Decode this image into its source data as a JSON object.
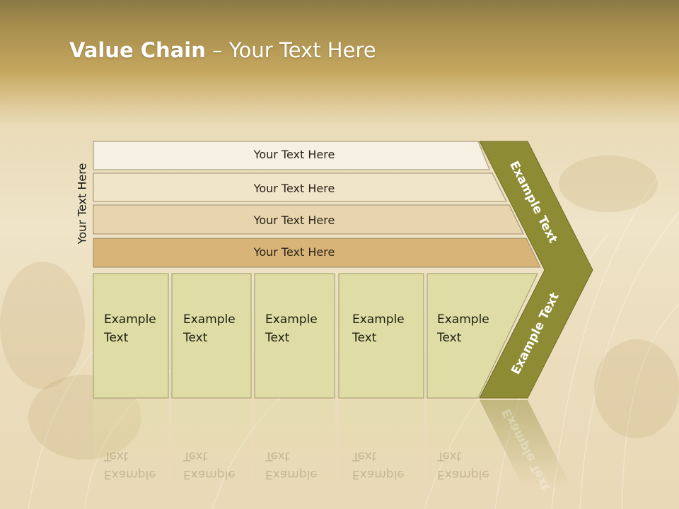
{
  "slide": {
    "title_bold": "Value Chain",
    "title_rest": " – Your Text Here",
    "side_label": "Your Text Here"
  },
  "rows": [
    {
      "label": "Your Text Here",
      "color": "#f6f0e2"
    },
    {
      "label": "Your Text Here",
      "color": "#f0e4c9"
    },
    {
      "label": "Your Text Here",
      "color": "#e8d4ad"
    },
    {
      "label": "Your Text Here",
      "color": "#d8b478"
    }
  ],
  "boxes": [
    {
      "line1": "Example",
      "line2": "Text"
    },
    {
      "line1": "Example",
      "line2": "Text"
    },
    {
      "line1": "Example",
      "line2": "Text"
    },
    {
      "line1": "Example",
      "line2": "Text"
    },
    {
      "line1": "Example",
      "line2": "Text"
    }
  ],
  "chevron": {
    "upper_label": "Example Text",
    "lower_label": "Example Text",
    "color": "#8e8b35"
  },
  "colors": {
    "box_fill": "#dfdda5",
    "outline": "#9c8c6a"
  }
}
